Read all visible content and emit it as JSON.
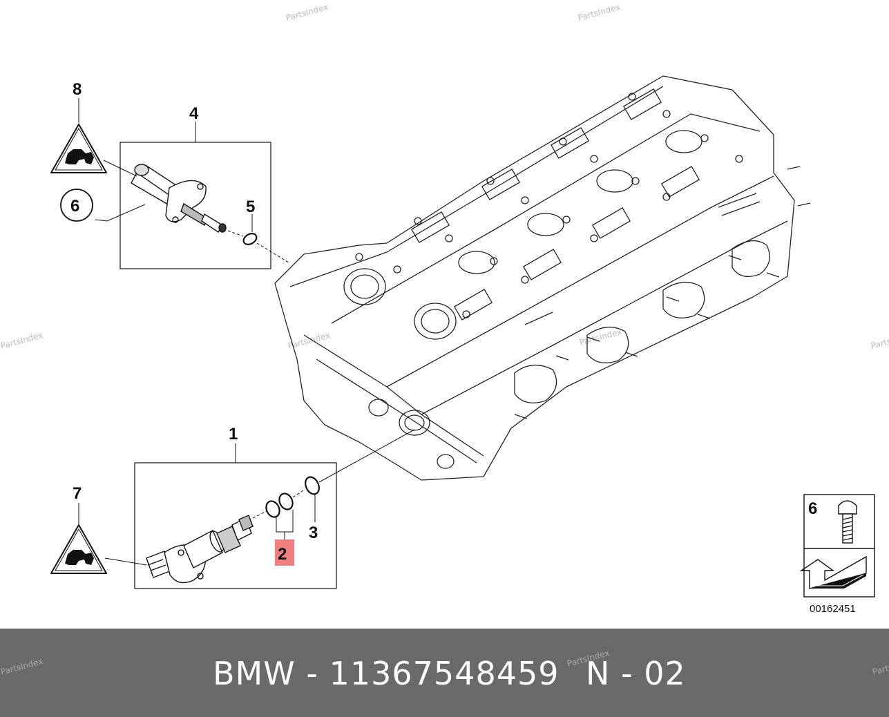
{
  "watermark": "PartsIndex",
  "callouts": {
    "c1": "1",
    "c2": "2",
    "c3": "3",
    "c4": "4",
    "c5": "5",
    "c6": "6",
    "c7": "7",
    "c8": "8",
    "legend_num": "6"
  },
  "diagram_code": "00162451",
  "highlight_color": "#f08080",
  "footer": {
    "part_label": "BMW - 11367548459",
    "position_label": "N - 02"
  }
}
